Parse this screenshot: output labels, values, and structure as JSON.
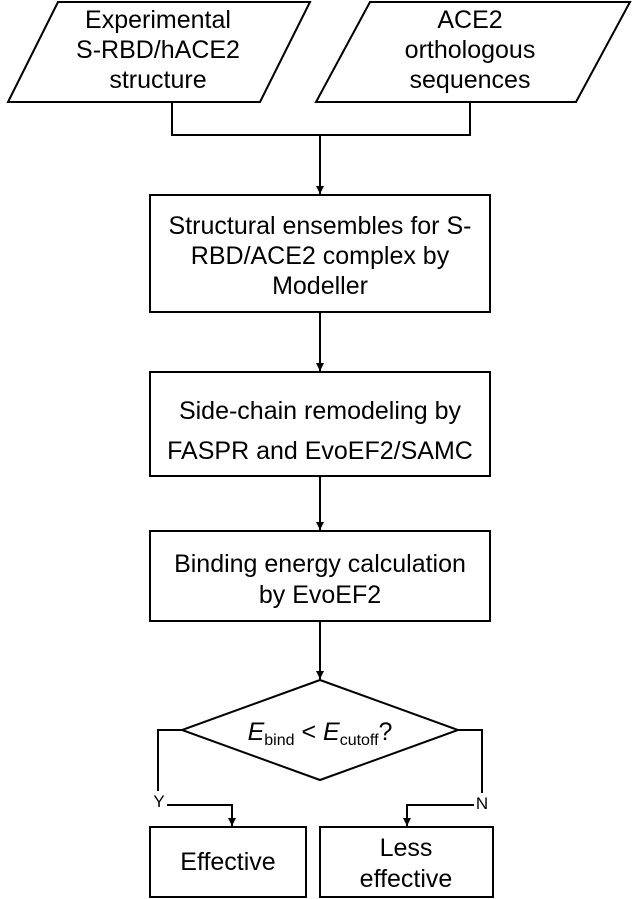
{
  "inputs": {
    "structure": [
      "Experimental",
      "S-RBD/hACE2",
      "structure"
    ],
    "sequences": [
      "ACE2",
      "orthologous",
      "sequences"
    ]
  },
  "steps": {
    "ensembles": [
      "Structural ensembles for S-",
      "RBD/ACE2 complex by",
      "Modeller"
    ],
    "remodeling": [
      "Side-chain remodeling by",
      "FASPR and EvoEF2/SAMC"
    ],
    "energy": [
      "Binding energy calculation",
      "by EvoEF2"
    ]
  },
  "decision": {
    "e_symbol": "E",
    "bind_sub": "bind",
    "operator": " < ",
    "cutoff_sub": "cutoff",
    "question": "?",
    "yes_label": "Y",
    "no_label": "N"
  },
  "outcomes": {
    "effective": "Effective",
    "less_effective": [
      "Less",
      "effective"
    ]
  }
}
